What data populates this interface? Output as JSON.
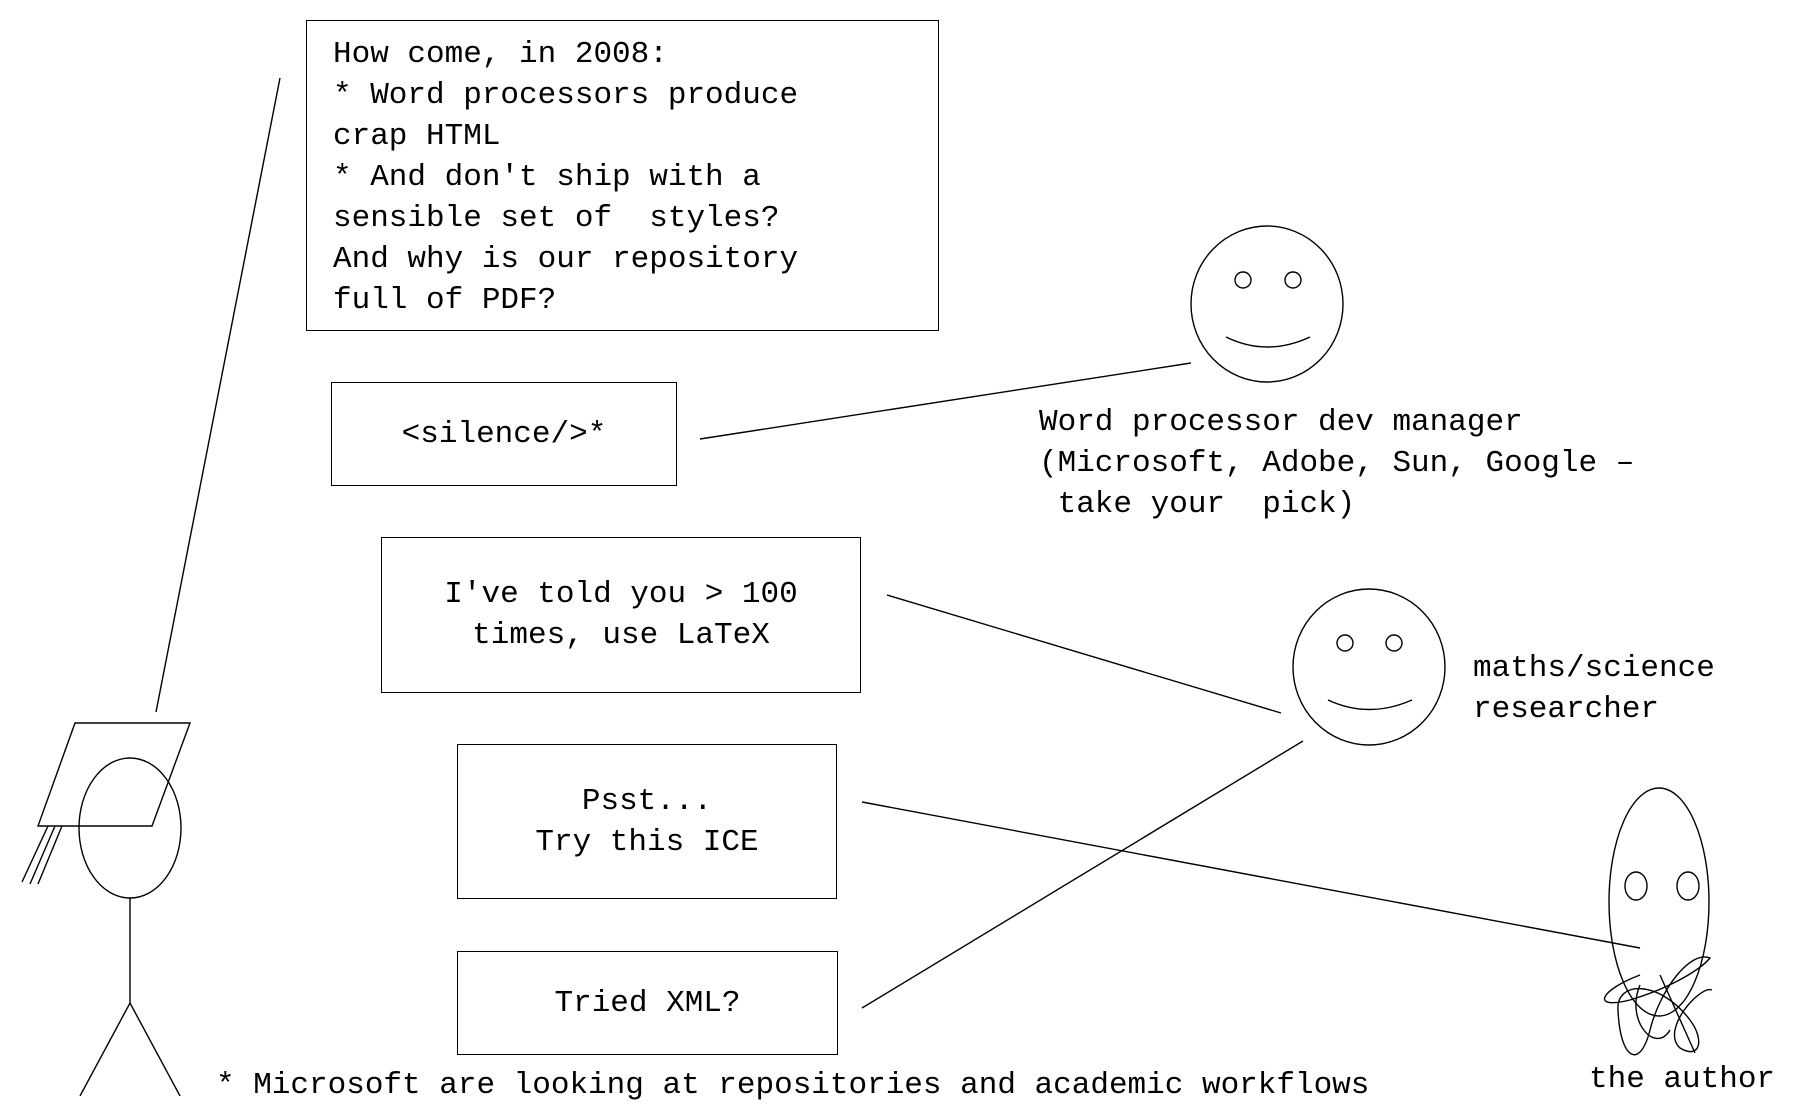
{
  "boxes": {
    "question": "How come, in 2008:\n* Word processors produce\ncrap HTML\n* And don't ship with a\nsensible set of  styles?\nAnd why is our repository\nfull of PDF?",
    "silence": "<silence/>*",
    "latex": "I've told you > 100\ntimes, use LaTeX",
    "ice": "Psst...\nTry this ICE",
    "xml": "Tried XML?"
  },
  "characters": {
    "dev_manager": "Word processor dev manager\n(Microsoft, Adobe, Sun, Google –\n take your  pick)",
    "researcher": "maths/science\nresearcher",
    "author": "the author"
  },
  "footnote": "* Microsoft are looking at repositories and academic workflows"
}
